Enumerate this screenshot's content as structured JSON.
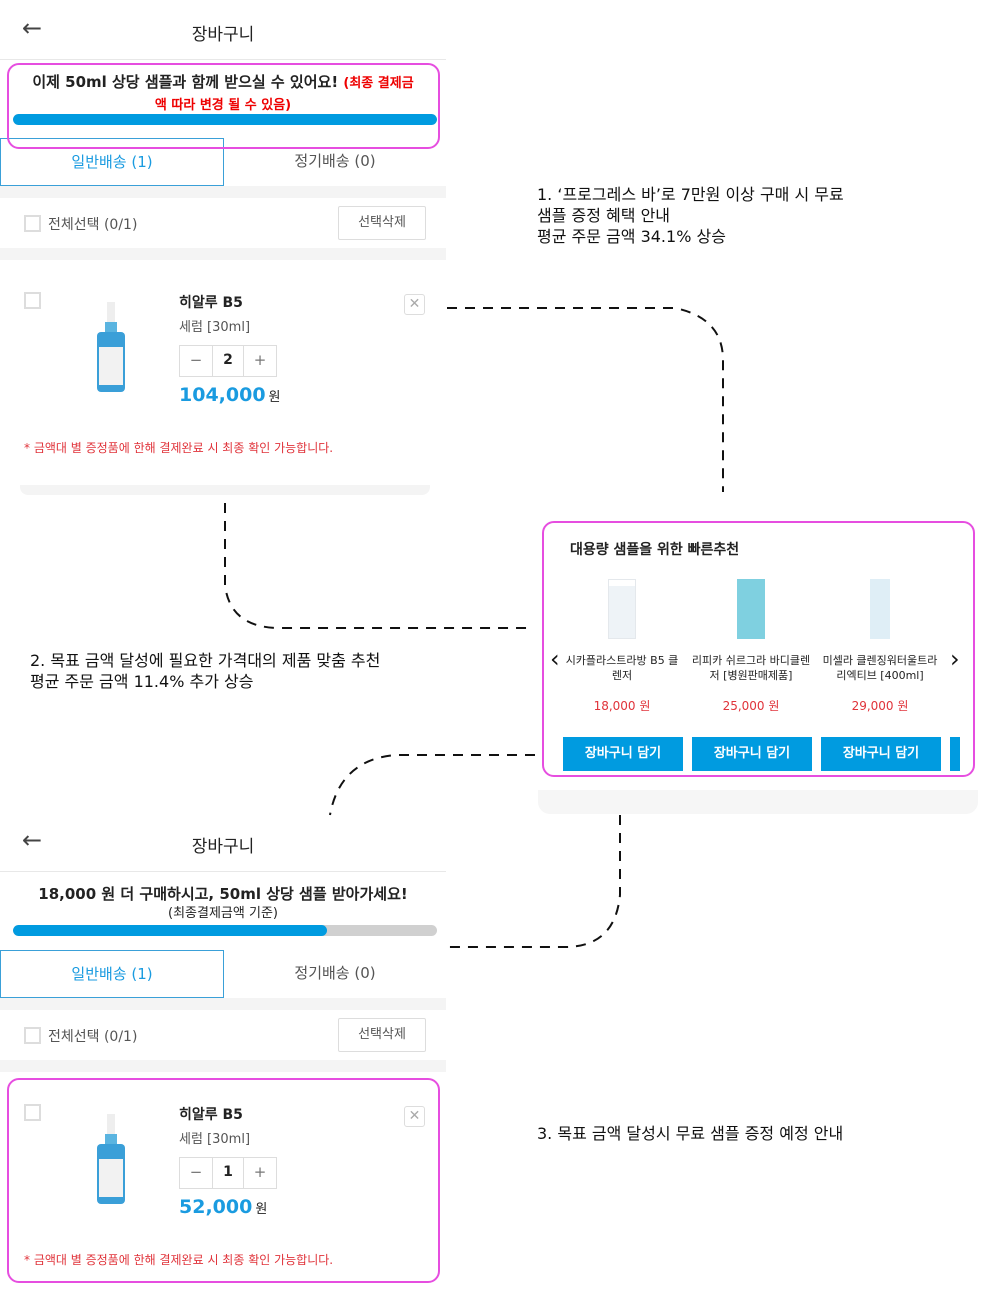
{
  "screen1": {
    "title": "장바구니",
    "banner_main": "이제 50ml 상당 샘플과 함께 받으실 수 있어요!",
    "banner_note": "(최종 결제금액 따라 변경 될 수 있음)",
    "progress": 1.0,
    "tabs": [
      "일반배송 (1)",
      "정기배송 (0)"
    ],
    "select_all": "전체선택 (0/1)",
    "delete_selected": "선택삭제",
    "item": {
      "name": "히알루 B5",
      "option": "세럼 [30ml]",
      "qty": "2",
      "price": "104,000",
      "currency": "원"
    },
    "note": "* 금액대 별 증정품에 한해 결제완료 시 최종 확인 가능합니다."
  },
  "screen2": {
    "title": "장바구니",
    "banner_main": "18,000 원 더 구매하시고, 50ml 상당 샘플 받아가세요!",
    "banner_sub": "(최종결제금액 기준)",
    "progress": 0.74,
    "tabs": [
      "일반배송 (1)",
      "정기배송 (0)"
    ],
    "select_all": "전체선택 (0/1)",
    "delete_selected": "선택삭제",
    "item": {
      "name": "히알루 B5",
      "option": "세럼 [30ml]",
      "qty": "1",
      "price": "52,000",
      "currency": "원"
    },
    "note": "* 금액대 별 증정품에 한해 결제완료 시 최종 확인 가능합니다."
  },
  "recommend": {
    "title": "대용량 샘플을 위한 빠른추천",
    "add_label": "장바구니 담기",
    "products": [
      {
        "name": "시카플라스트라방 B5 클렌저",
        "price": "18,000 원"
      },
      {
        "name": "리피카 쉬르그라 바디클렌저 [병원판매제품]",
        "price": "25,000 원"
      },
      {
        "name": "미셀라 클렌징워터울트라 리엑티브 [400ml]",
        "price": "29,000 원"
      }
    ]
  },
  "annotations": {
    "a1": [
      "1. ‘프로그레스 바’로 7만원 이상 구매 시 무료",
      "샘플 증정 혜택 안내",
      "평균 주문 금액 34.1% 상승"
    ],
    "a2": [
      "2. 목표 금액 달성에 필요한 가격대의 제품 맞춤 추천",
      "평균 주문 금액 11.4% 추가 상승"
    ],
    "a3": "3. 목표 금액 달성시 무료 샘플  증정 예정 안내"
  },
  "colors": {
    "accent": "#009be0",
    "highlight": "#e64ee0",
    "warning": "#e0333a"
  }
}
